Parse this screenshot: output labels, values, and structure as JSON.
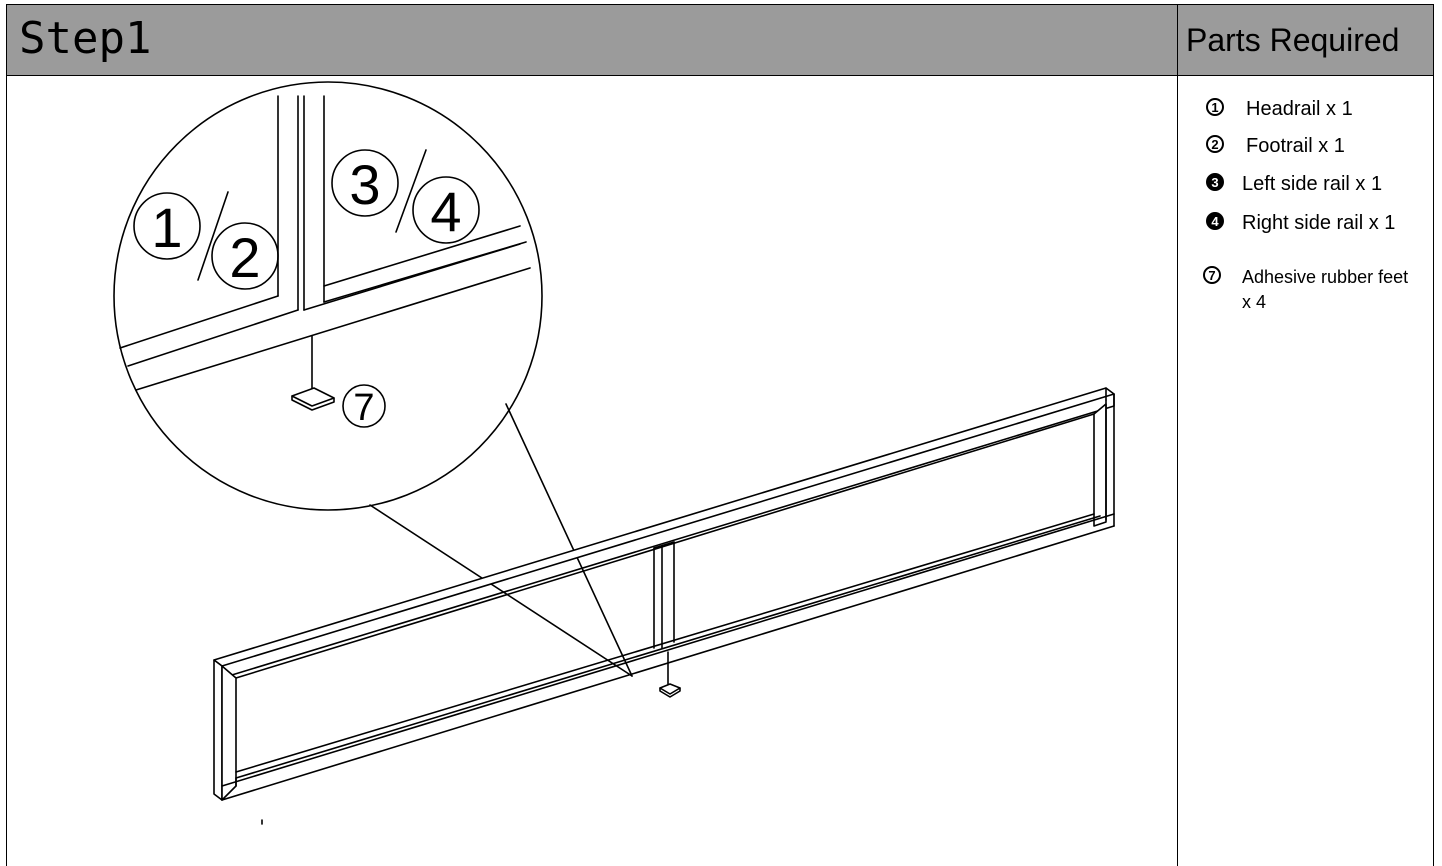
{
  "header": {
    "step_title": "Step1",
    "parts_title": "Parts Required"
  },
  "parts": [
    {
      "number": "1",
      "label": "Headrail x 1",
      "style": "outlined"
    },
    {
      "number": "2",
      "label": "Footrail x 1",
      "style": "outlined"
    },
    {
      "number": "3",
      "label": "Left side rail x 1",
      "style": "filled"
    },
    {
      "number": "4",
      "label": "Right side rail x 1",
      "style": "filled"
    },
    {
      "number": "7",
      "label": "Adhesive rubber feet x 4",
      "style": "outlined"
    }
  ],
  "callouts": {
    "part_1": "1",
    "part_2": "2",
    "part_3": "3",
    "part_4": "4",
    "part_7": "7"
  }
}
